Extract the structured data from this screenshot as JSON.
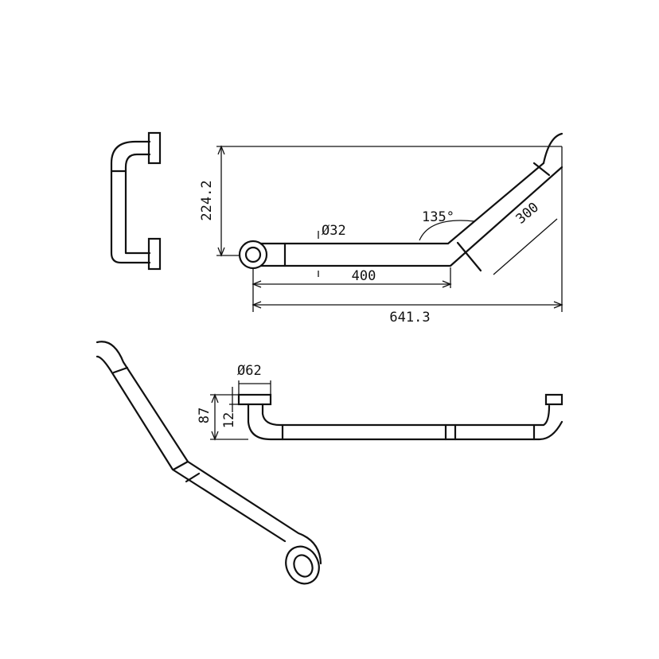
{
  "dimensions": {
    "height": "224.2",
    "diameter_tube": "Ø32",
    "angle": "135°",
    "segment_short": "400",
    "segment_diag": "300",
    "overall_width": "641.3",
    "diameter_flange": "Ø62",
    "projection": "87",
    "flange_thickness": "12"
  }
}
